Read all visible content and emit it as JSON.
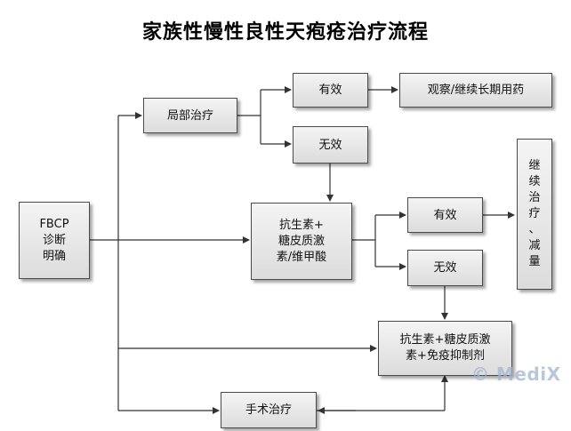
{
  "title": "家族性慢性良性天疱疮治疗流程",
  "nodes": {
    "diagnosis": [
      "FBCP",
      "诊断",
      "明确"
    ],
    "local": "局部治疗",
    "effective1": "有效",
    "observe": "观察/继续长期用药",
    "ineffective1": "无效",
    "systemic": [
      "抗生素+",
      "糖皮质激",
      "素/维甲酸"
    ],
    "effective2": "有效",
    "ineffective2": "无效",
    "continue": [
      "继",
      "续",
      "治",
      "疗",
      "、",
      "减",
      "量"
    ],
    "combo": [
      "抗生素+糖皮质激",
      "素+免疫抑制剂"
    ],
    "surgery": "手术治疗"
  },
  "watermark": "© MediX"
}
